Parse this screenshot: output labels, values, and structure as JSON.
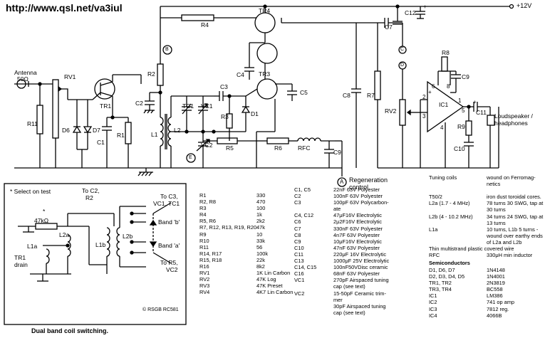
{
  "header": {
    "url": "http://www.qsl.net/va3iul",
    "supply": "+12V"
  },
  "labels": {
    "antenna": "Antenna",
    "impedance": "50Ω",
    "rv1": "RV1",
    "r11": "R11",
    "d6": "D6",
    "d7": "D7",
    "tr1": "TR1",
    "c1": "C1",
    "r1": "R1",
    "r2": "R2",
    "c2": "C2",
    "l1": "L1",
    "l2": "L2",
    "b": "B",
    "e": "E",
    "r4": "R4",
    "tr4": "TR4",
    "tr3": "TR3",
    "c4": "C4",
    "c3": "C3",
    "r3": "R3",
    "c5": "C5",
    "tc1": "TC1",
    "vc1": "VC1",
    "d1": "D1",
    "vc2": "VC2",
    "r5": "R5",
    "r6": "R6",
    "rfc": "RFC",
    "c9": "C9",
    "c7": "C7",
    "c8": "C8",
    "r7": "R7",
    "c": "C",
    "d": "D",
    "rv2": "RV2",
    "c12": "C12",
    "r8": "R8",
    "c9b": "C9",
    "ic1": "IC1",
    "c11": "C11",
    "r9": "R9",
    "c10": "C10",
    "pin6": "6",
    "pin8": "8",
    "pin2": "2",
    "pin3": "3",
    "pin1": "1",
    "pin5": "5",
    "pin4": "4",
    "plus1": "+",
    "plus2": "+",
    "plus3": "+",
    "speaker": "Loudspeaker /\nheadphones",
    "a": "A",
    "regen": "Regeneration\ncontrol"
  },
  "inset": {
    "select": "* Select on test",
    "to_c2": "To C2,",
    "r2": "R2",
    "to_c3": "To C3,",
    "to_c3b": "VC1, TC1",
    "band_b": "Band 'b'",
    "band_a": "Band 'a'",
    "to_r5": "To R5,",
    "to_r5b": "VC2",
    "res": "47kΩ",
    "star": "*",
    "l2a": "L2a",
    "l2b": "L2b",
    "l1a": "L1a",
    "l1b": "L1b",
    "tr1drain": "TR1\ndrain",
    "copyright": "© RSGB RC581",
    "caption": "Dual band coil switching."
  },
  "components": {
    "resistors_refs": [
      "R1",
      "R2, R8",
      "R3",
      "R4",
      "R5, R6",
      "R7, R12, R13, R19, R20",
      "R9",
      "R10",
      "R11",
      "R14, R17",
      "R15, R18",
      "R16",
      "RV1",
      "RV2",
      "RV3",
      "RV4"
    ],
    "resistors_vals": [
      "330",
      "470",
      "100",
      "1k",
      "2k2",
      "47k",
      "10",
      "33k",
      "56",
      "100k",
      "22k",
      "8k2",
      "1K Lin Carbon",
      "47K Log",
      "47K Preset",
      "4K7 Lin Carbon"
    ],
    "caps_refs": [
      "C1, C5",
      "C2",
      "C3",
      "",
      "C4, C12",
      "C6",
      "C7",
      "C8",
      "C9",
      "C10",
      "C11",
      "C13",
      "C14, C15",
      "C16",
      "VC1",
      "",
      "VC2",
      "",
      ""
    ],
    "caps_vals": [
      "22nF 63V Polyester",
      "100nF 63V Polyester",
      "100pF 63V Polycarbon-",
      "ate",
      "47μF16V Electrolytic",
      "2μ2F16V Electrolytic",
      "330nF 63V Polyester",
      "4n7F 63V Polyester",
      "10μF16V Electrolytic",
      "47nF 63V Polyester",
      "220μF 16V Electrolytic",
      "1000μF 25V Electrolytic",
      "100nF50VDisc ceramic",
      "68nF 63V Polyester",
      "270pF Airspaced tuning",
      "cap (see text)",
      "15-50pF Ceramic trim-",
      "mer",
      "30pF Airspaced tuning",
      "cap (see text)"
    ],
    "coil_refs": [
      "Tuning coils",
      "",
      "",
      "T50/2",
      "L2a (1.7 - 4 MHz)",
      "",
      "L2b (4 - 10.2 MHz)",
      "",
      "L1a",
      "",
      "",
      "Thin multistrand plastic covered wire",
      "RFC"
    ],
    "coil_vals": [
      "wound on Ferromag-",
      "netics",
      "",
      "iron dust toroidal cores.",
      "78 turns 30 SWG, tap at",
      "30 turns",
      "34 turns 24 SWG, tap at",
      "13 turns",
      "10 turns, L1b 5 turns -",
      "wound over earthy ends",
      "of L2a and L2b",
      "",
      "330μH min inductor"
    ],
    "semis_title": "Semiconductors",
    "semis_refs": [
      "D1, D6, D7",
      "D2, D3, D4, D5",
      "TR1, TR2",
      "TR3, TR4",
      "IC1",
      "IC2",
      "IC3",
      "IC4"
    ],
    "semis_vals": [
      "1N4148",
      "1N4001",
      "2N3819",
      "BC558",
      "LM386",
      "741 op amp",
      "7812 reg.",
      "4066B"
    ]
  }
}
